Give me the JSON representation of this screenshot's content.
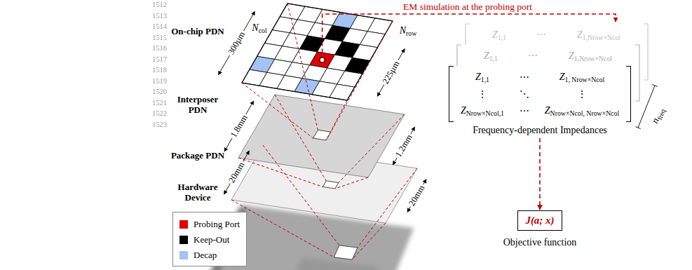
{
  "diagram": {
    "nodes": [
      {
        "text": [
          "Z1,1",
          "⋯",
          "Z1, Nrow×Ncol",
          "⋮",
          "⋱",
          "⋮",
          "ZNrow×Ncol,1",
          "⋯",
          "ZNrow×Ncol, Nrow×Ncol",
          "Frequency-dependent Impedances"
        ]
      },
      {
        "text": [
          "J(a; x)",
          "Objective function"
        ]
      }
    ],
    "edges": [
      {
        "from": 0,
        "to": 1,
        "arrow": "to"
      }
    ],
    "labels": [
      "1512",
      "1513",
      "1514",
      "1515",
      "1516",
      "1517",
      "1518",
      "1519",
      "1520",
      "1521",
      "1522",
      "1523",
      "Ncol",
      "Nrow",
      "On-chip PDN",
      "Interposer PDN",
      "Package PDN",
      "Hardware Device",
      "300µm",
      "225µm",
      "1.8mm",
      "1.2mm",
      "20mm",
      "20mm",
      "EM simulation at the probing port",
      "Z1,1",
      "⋯",
      "Z1,Nrow×Ncol",
      "Z1,1",
      "⋯",
      "Z1,Nrow×Ncol",
      "nfreq"
    ],
    "legend": [
      {
        "text": "Probing Port",
        "color": "#e00000"
      },
      {
        "text": "Keep-Out",
        "color": "#000000"
      },
      {
        "text": "Decap",
        "color": "#a4c2f4"
      }
    ]
  }
}
